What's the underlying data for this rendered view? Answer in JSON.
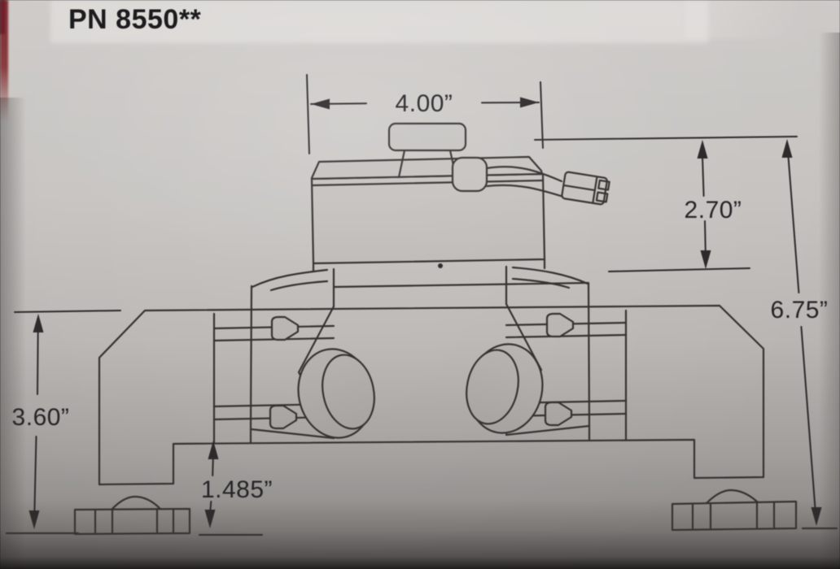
{
  "page_title": "PN 8550**",
  "drawing": {
    "dim_width": "4.00”",
    "dim_upper_height": "2.70”",
    "dim_overall_height": "6.75”",
    "dim_base_height": "3.60”",
    "dim_ground_clearance": "1.485”"
  }
}
